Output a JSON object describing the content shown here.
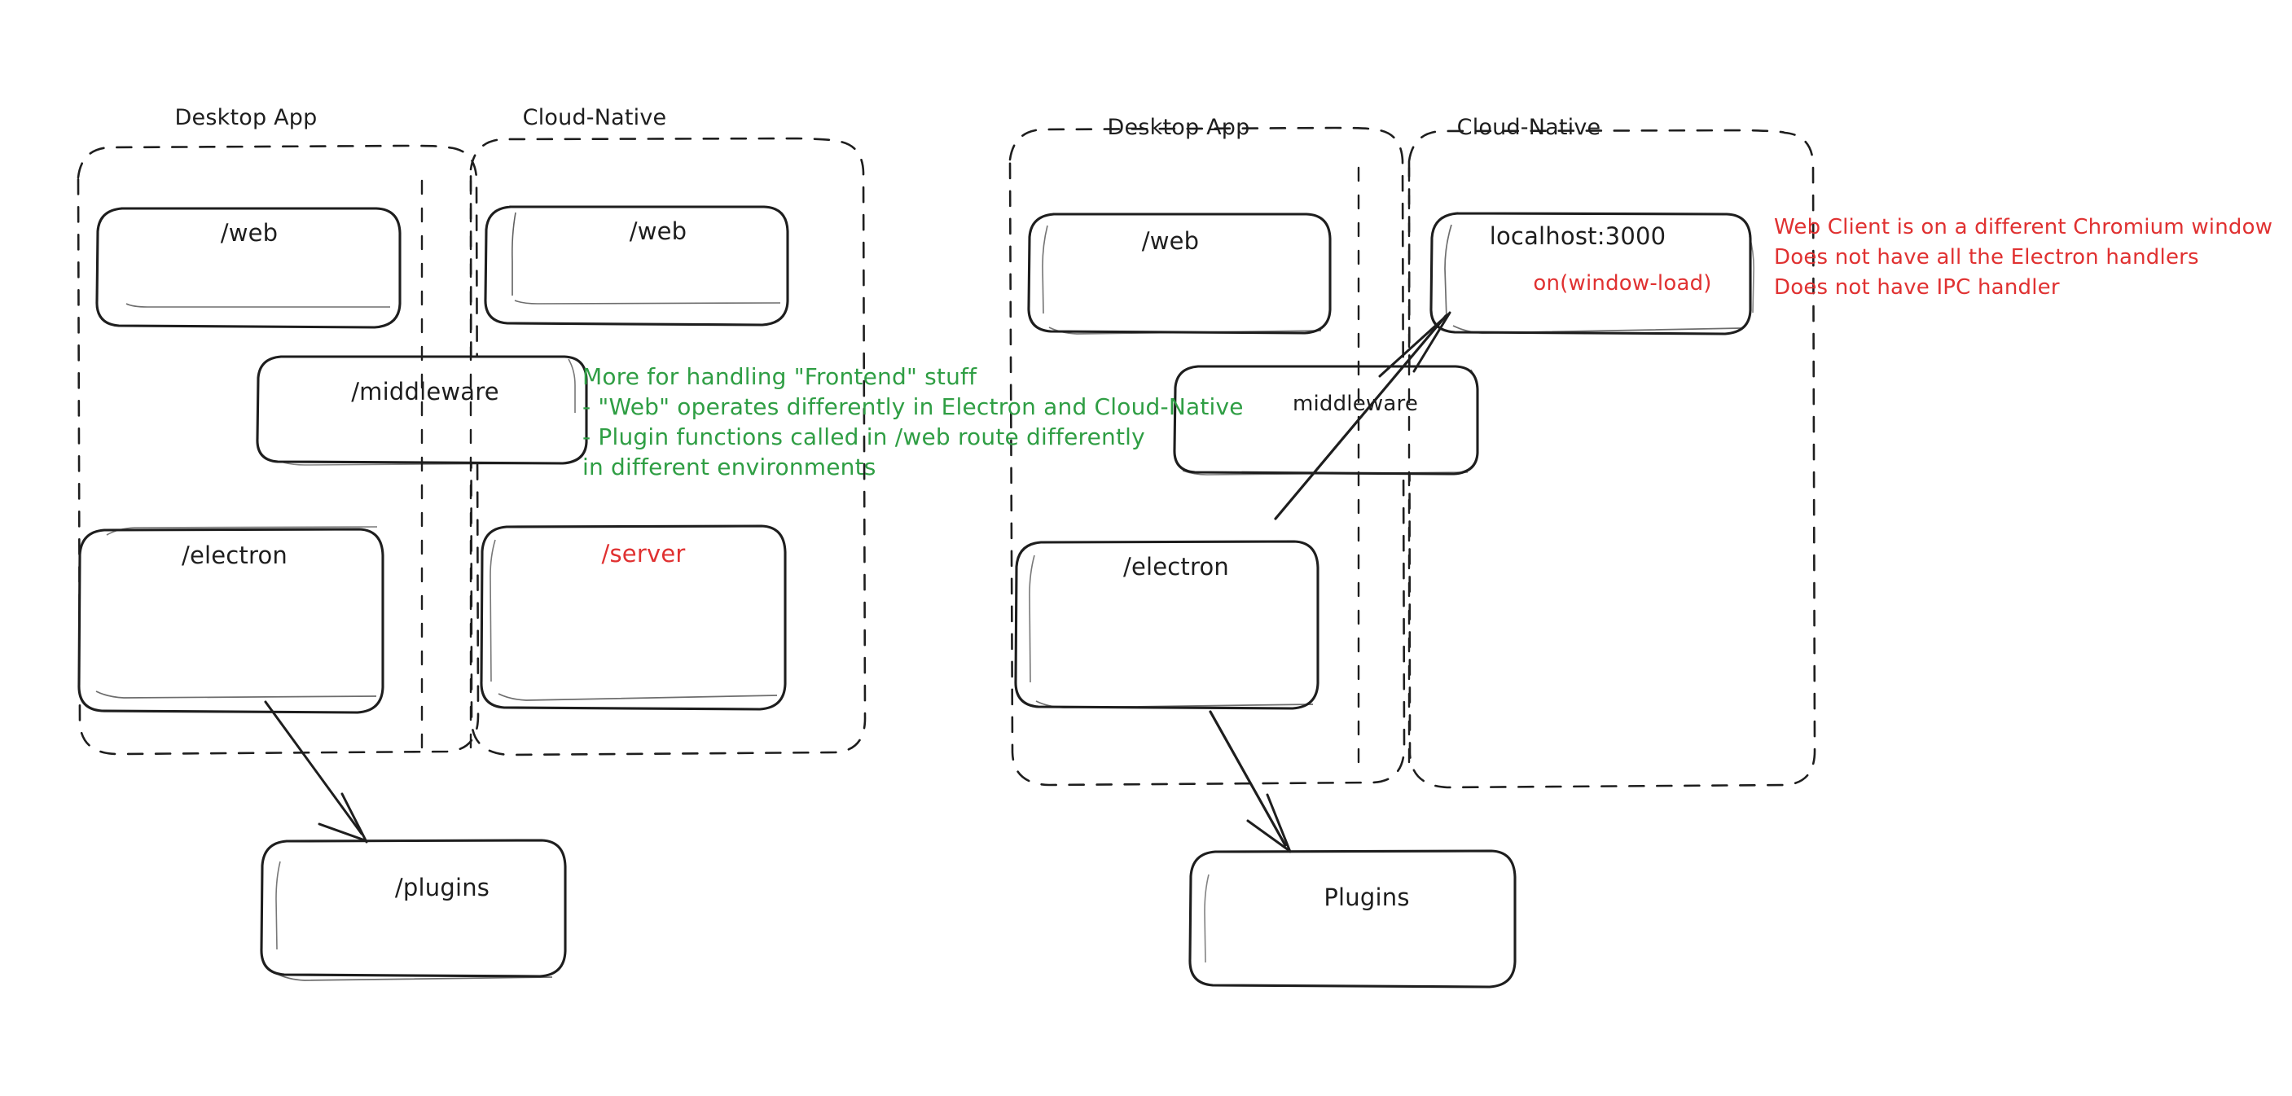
{
  "diagram": {
    "title_style": "hand-drawn sketch (excalidraw)",
    "background_color": "#ffffff",
    "stroke_color": "#1e1e1e",
    "accent_red": "#e03131",
    "accent_green": "#2f9e44"
  },
  "left_diagram": {
    "groups": [
      {
        "id": "left-desktop-app",
        "label": "Desktop App"
      },
      {
        "id": "left-cloud-native",
        "label": "Cloud-Native"
      }
    ],
    "boxes": [
      {
        "id": "left-desktop-web",
        "label": "/web",
        "color": "#1e1e1e"
      },
      {
        "id": "left-cloud-web",
        "label": "/web",
        "color": "#1e1e1e"
      },
      {
        "id": "left-middleware",
        "label": "/middleware",
        "color": "#1e1e1e"
      },
      {
        "id": "left-electron",
        "label": "/electron",
        "color": "#1e1e1e"
      },
      {
        "id": "left-server",
        "label": "/server",
        "color": "#e03131"
      },
      {
        "id": "left-plugins",
        "label": "/plugins",
        "color": "#1e1e1e"
      }
    ],
    "arrows": [
      {
        "id": "left-electron-to-plugins",
        "from": "/electron",
        "to": "/plugins"
      }
    ]
  },
  "right_diagram": {
    "groups": [
      {
        "id": "right-desktop-app",
        "label": "Desktop App"
      },
      {
        "id": "right-cloud-native",
        "label": "Cloud-Native"
      }
    ],
    "boxes": [
      {
        "id": "right-desktop-web",
        "label": "/web",
        "color": "#1e1e1e"
      },
      {
        "id": "right-localhost",
        "label": "localhost:3000",
        "sublabel": "on(window-load)",
        "color": "#1e1e1e",
        "sublabel_color": "#e03131"
      },
      {
        "id": "right-middleware",
        "label": "middleware",
        "color": "#1e1e1e"
      },
      {
        "id": "right-electron",
        "label": "/electron",
        "color": "#1e1e1e"
      },
      {
        "id": "right-plugins",
        "label": "Plugins",
        "color": "#1e1e1e"
      }
    ],
    "arrows": [
      {
        "id": "right-electron-to-localhost",
        "from": "/electron",
        "to": "localhost:3000"
      },
      {
        "id": "right-electron-to-plugins",
        "from": "/electron",
        "to": "Plugins"
      }
    ]
  },
  "notes": {
    "green_note": {
      "color": "#2f9e44",
      "lines": [
        "More for handling \"Frontend\" stuff",
        "- \"Web\" operates differently in Electron and Cloud-Native",
        "- Plugin functions called in /web route differently",
        "in different environments"
      ]
    },
    "red_note": {
      "color": "#e03131",
      "lines": [
        "Web Client is on a different Chromium window",
        "Does not have all the Electron handlers",
        "Does not have IPC handler"
      ]
    }
  }
}
